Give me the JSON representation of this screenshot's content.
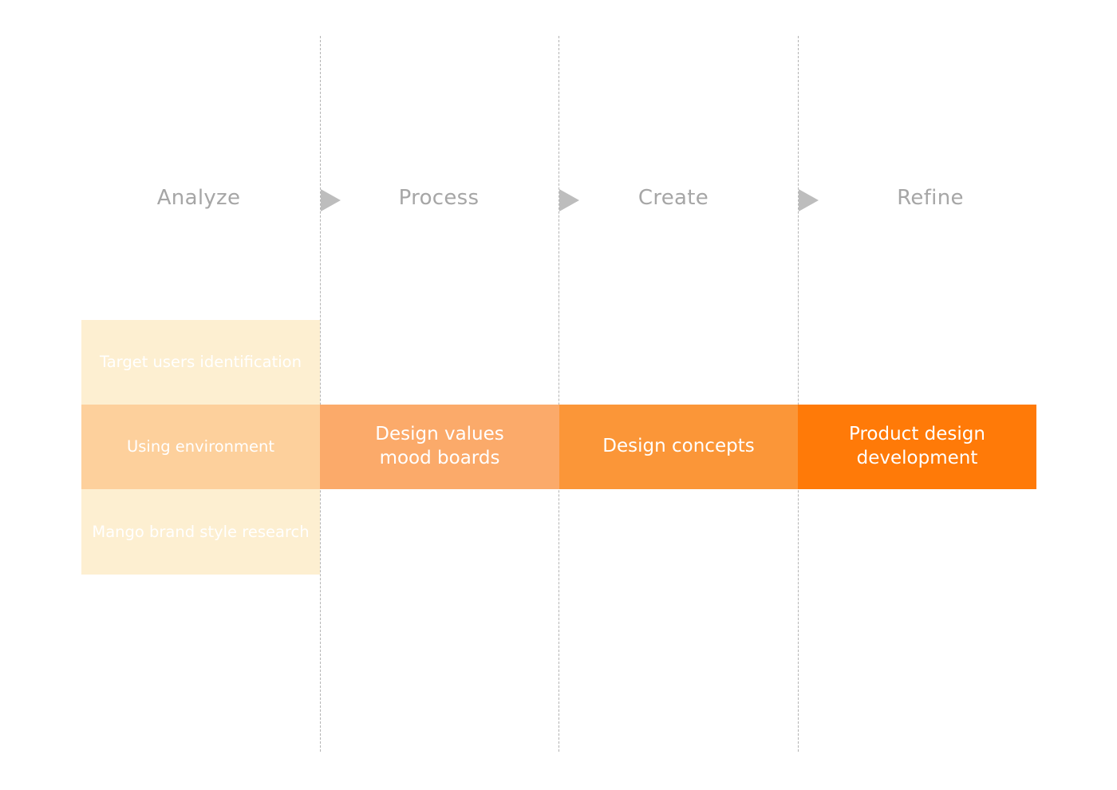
{
  "phases": [
    {
      "title": "Analyze"
    },
    {
      "title": "Process"
    },
    {
      "title": "Create"
    },
    {
      "title": "Refine"
    }
  ],
  "analyze_items": [
    {
      "label": "Target users identification",
      "color": "#fdefd1"
    },
    {
      "label": "Using environment",
      "color": "#fdd09c"
    },
    {
      "label": "Mango brand style research",
      "color": "#fdefd1"
    }
  ],
  "steps": [
    {
      "label": "Design values\nmood boards",
      "color": "#fbaa6a"
    },
    {
      "label": "Design concepts",
      "color": "#fb9638"
    },
    {
      "label": "Product design\ndevelopment",
      "color": "#ff7a08"
    }
  ],
  "colors": {
    "divider": "#b4b4b4",
    "arrow": "#bdbdbd",
    "phase_title": "#a6a6a6"
  }
}
